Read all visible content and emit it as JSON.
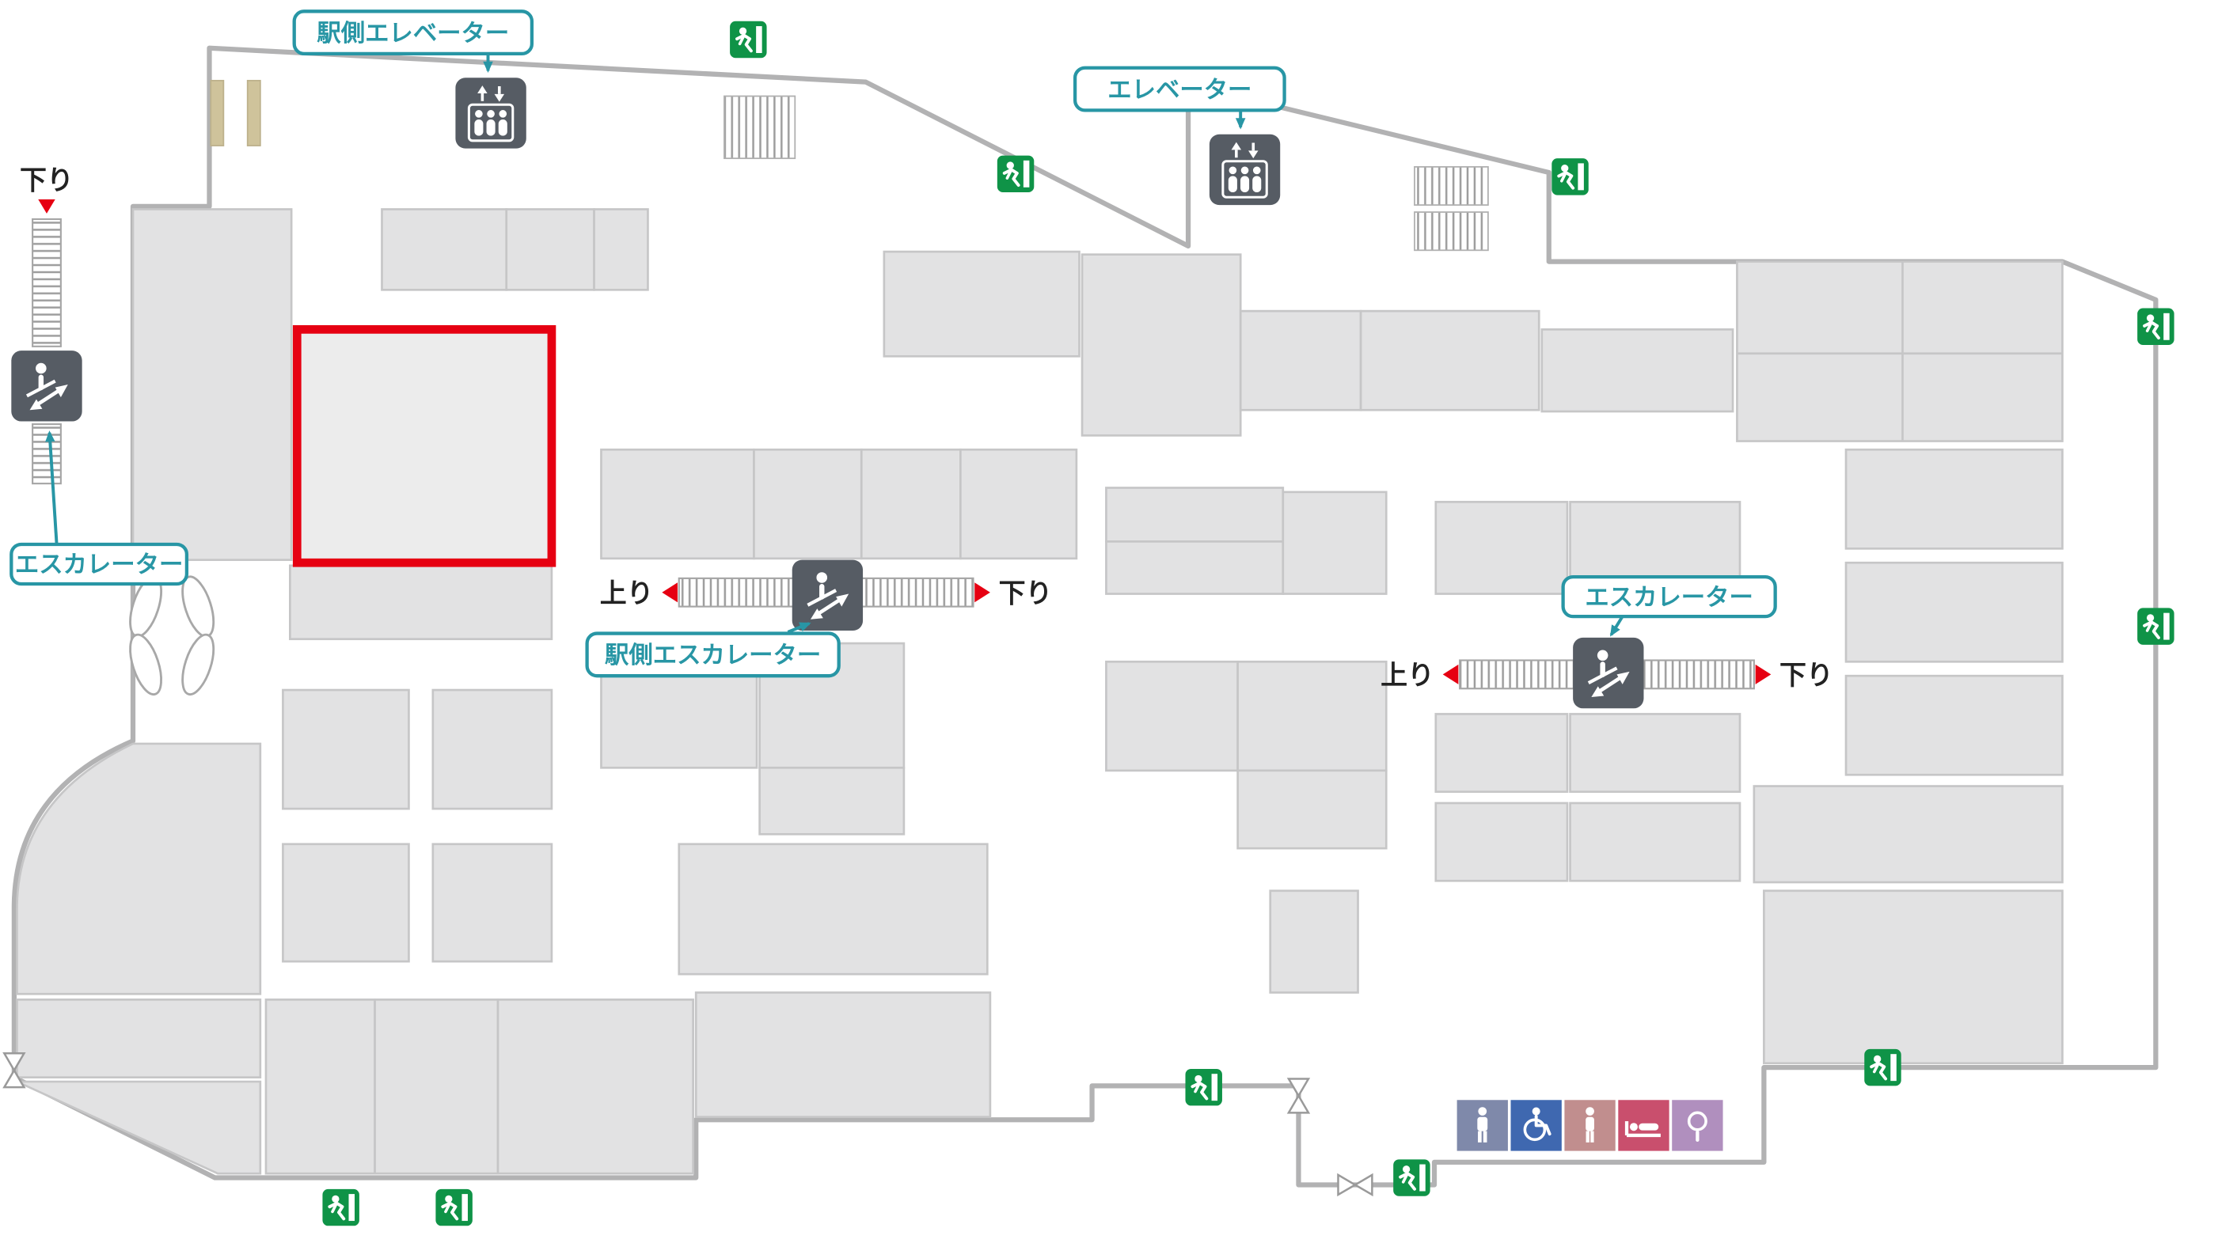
{
  "map": {
    "callouts": {
      "station_elevator": "駅側エレベーター",
      "elevator": "エレベーター",
      "escalator_left": "エスカレーター",
      "station_escalator": "駅側エスカレーター",
      "escalator_right": "エスカレーター"
    },
    "directions": {
      "left_down": "下り",
      "center_up": "上り",
      "center_down": "下り",
      "right_up": "上り",
      "right_down": "下り"
    },
    "icons": {
      "emergency_exit": "exit-running-man-icon",
      "elevator": "elevator-passengers-icon",
      "escalator": "escalator-person-icon",
      "stairs": "stairs-hatch-area",
      "fire_shutter": "fire-shutter-icon",
      "escalator_crossover": "escalator-crossover-shape",
      "restrooms": [
        "mens-restroom-icon",
        "wheelchair-accessible-icon",
        "restroom-icon",
        "nursing-room-icon",
        "powder-room-icon"
      ]
    },
    "highlight_meaning": "selected-store-location",
    "colors": {
      "wall": "#b2b2b3",
      "room_fill": "#e2e2e3",
      "room_stroke": "#c6c6c7",
      "highlight": "#e60012",
      "callout": "#2896a5",
      "exit_green": "#0f9347",
      "icon_dark": "#565c64",
      "door_tan": "#cfc39b",
      "text_dark": "#222222",
      "restroom_men": "#7f89aa",
      "restroom_wheelchair": "#3f68b0",
      "restroom_person": "#c18e8e",
      "restroom_nursing": "#c94f6d",
      "restroom_powder": "#b08fbe"
    }
  }
}
